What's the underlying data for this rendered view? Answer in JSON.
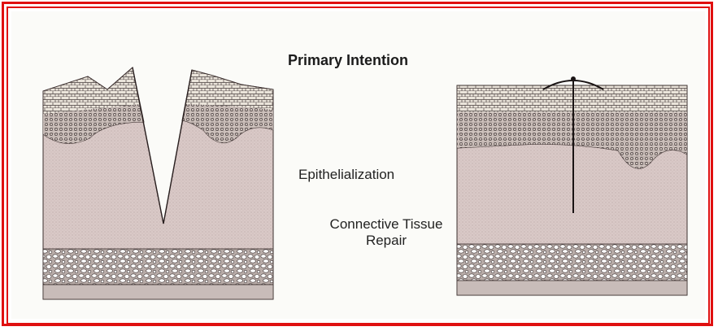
{
  "diagram": {
    "title": "Primary Intention",
    "labels": {
      "epithelialization": "Epithelialization",
      "connective_tissue_line1": "Connective Tissue",
      "connective_tissue_line2": "Repair"
    },
    "colors": {
      "frame": "#e01010",
      "dermis": "#d7c7c5",
      "epidermis": "#efe9e0",
      "stroke": "#3b2f2e"
    }
  }
}
